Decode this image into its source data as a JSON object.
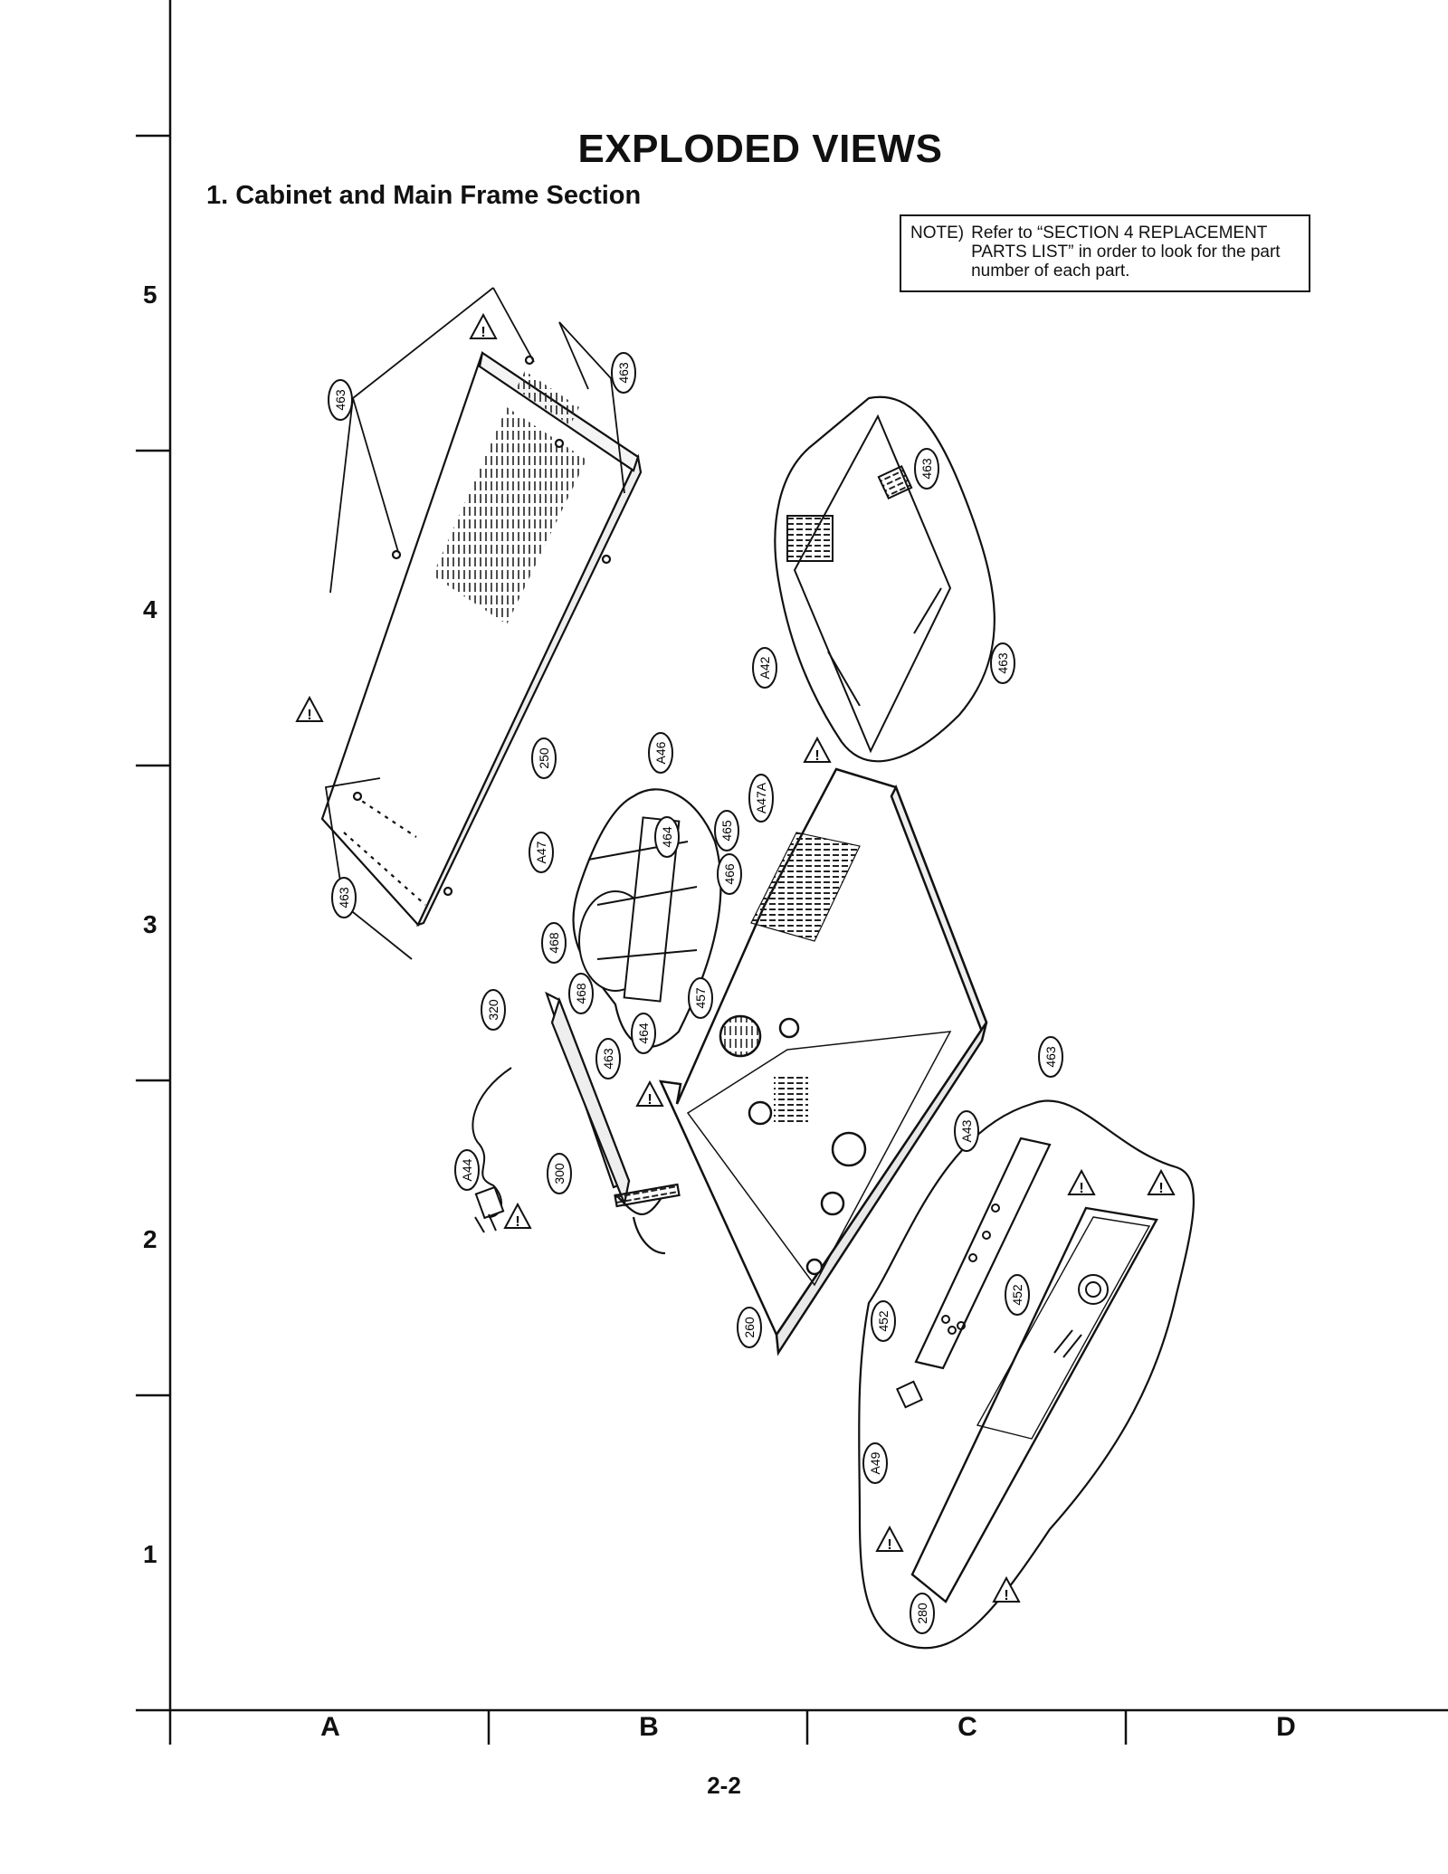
{
  "page": {
    "title": "EXPLODED VIEWS",
    "subtitle": "1. Cabinet and Main Frame Section",
    "note_label": "NOTE)",
    "note_text": "Refer to “SECTION 4 REPLACEMENT PARTS LIST” in order to look for the part number of each part.",
    "page_number": "2-2"
  },
  "grid": {
    "rows": [
      "5",
      "4",
      "3",
      "2",
      "1"
    ],
    "columns": [
      "A",
      "B",
      "C",
      "D"
    ]
  },
  "diagram": {
    "warning_symbol": "!",
    "callouts": [
      "463",
      "463",
      "463",
      "250",
      "463",
      "463",
      "A46",
      "A47",
      "464",
      "468",
      "468",
      "464",
      "A47A",
      "465",
      "466",
      "457",
      "320",
      "463",
      "A44",
      "300",
      "463",
      "A43",
      "452",
      "452",
      "A49",
      "A42",
      "260",
      "280"
    ]
  }
}
